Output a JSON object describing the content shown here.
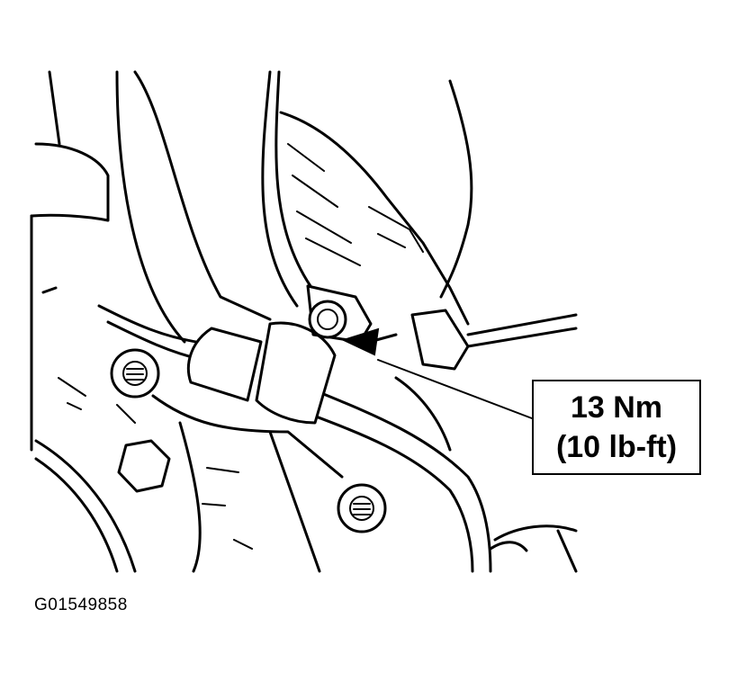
{
  "callout": {
    "torque_nm": "13 Nm",
    "torque_lbft": "(10 lb-ft)"
  },
  "figure_id": "G01549858"
}
